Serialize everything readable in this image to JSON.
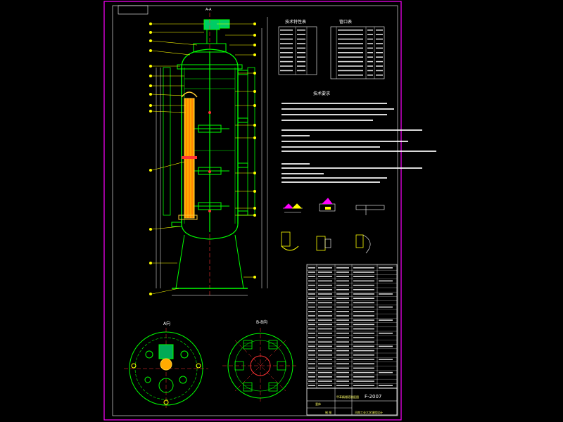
{
  "drawing": {
    "section_label_top": "A-A",
    "view_a_label": "A向",
    "view_bb_label": "B-B向",
    "tech_title": "技术要求",
    "table1_title": "技术特性表",
    "table2_title": "管口表",
    "drawing_number": "F-2007",
    "title_block_name": "甲苯精馏塔装配图",
    "title_block_sub": "河南工业大学课程设计",
    "title_block_left": "釜体",
    "signature_left": "制 图"
  },
  "colors": {
    "background": "#000000",
    "frame": "#ff00ff",
    "vessel": "#00ff00",
    "centerline": "#ff3333",
    "leader": "#ffff00",
    "text": "#ffffff",
    "heater": "#ffcc33"
  }
}
